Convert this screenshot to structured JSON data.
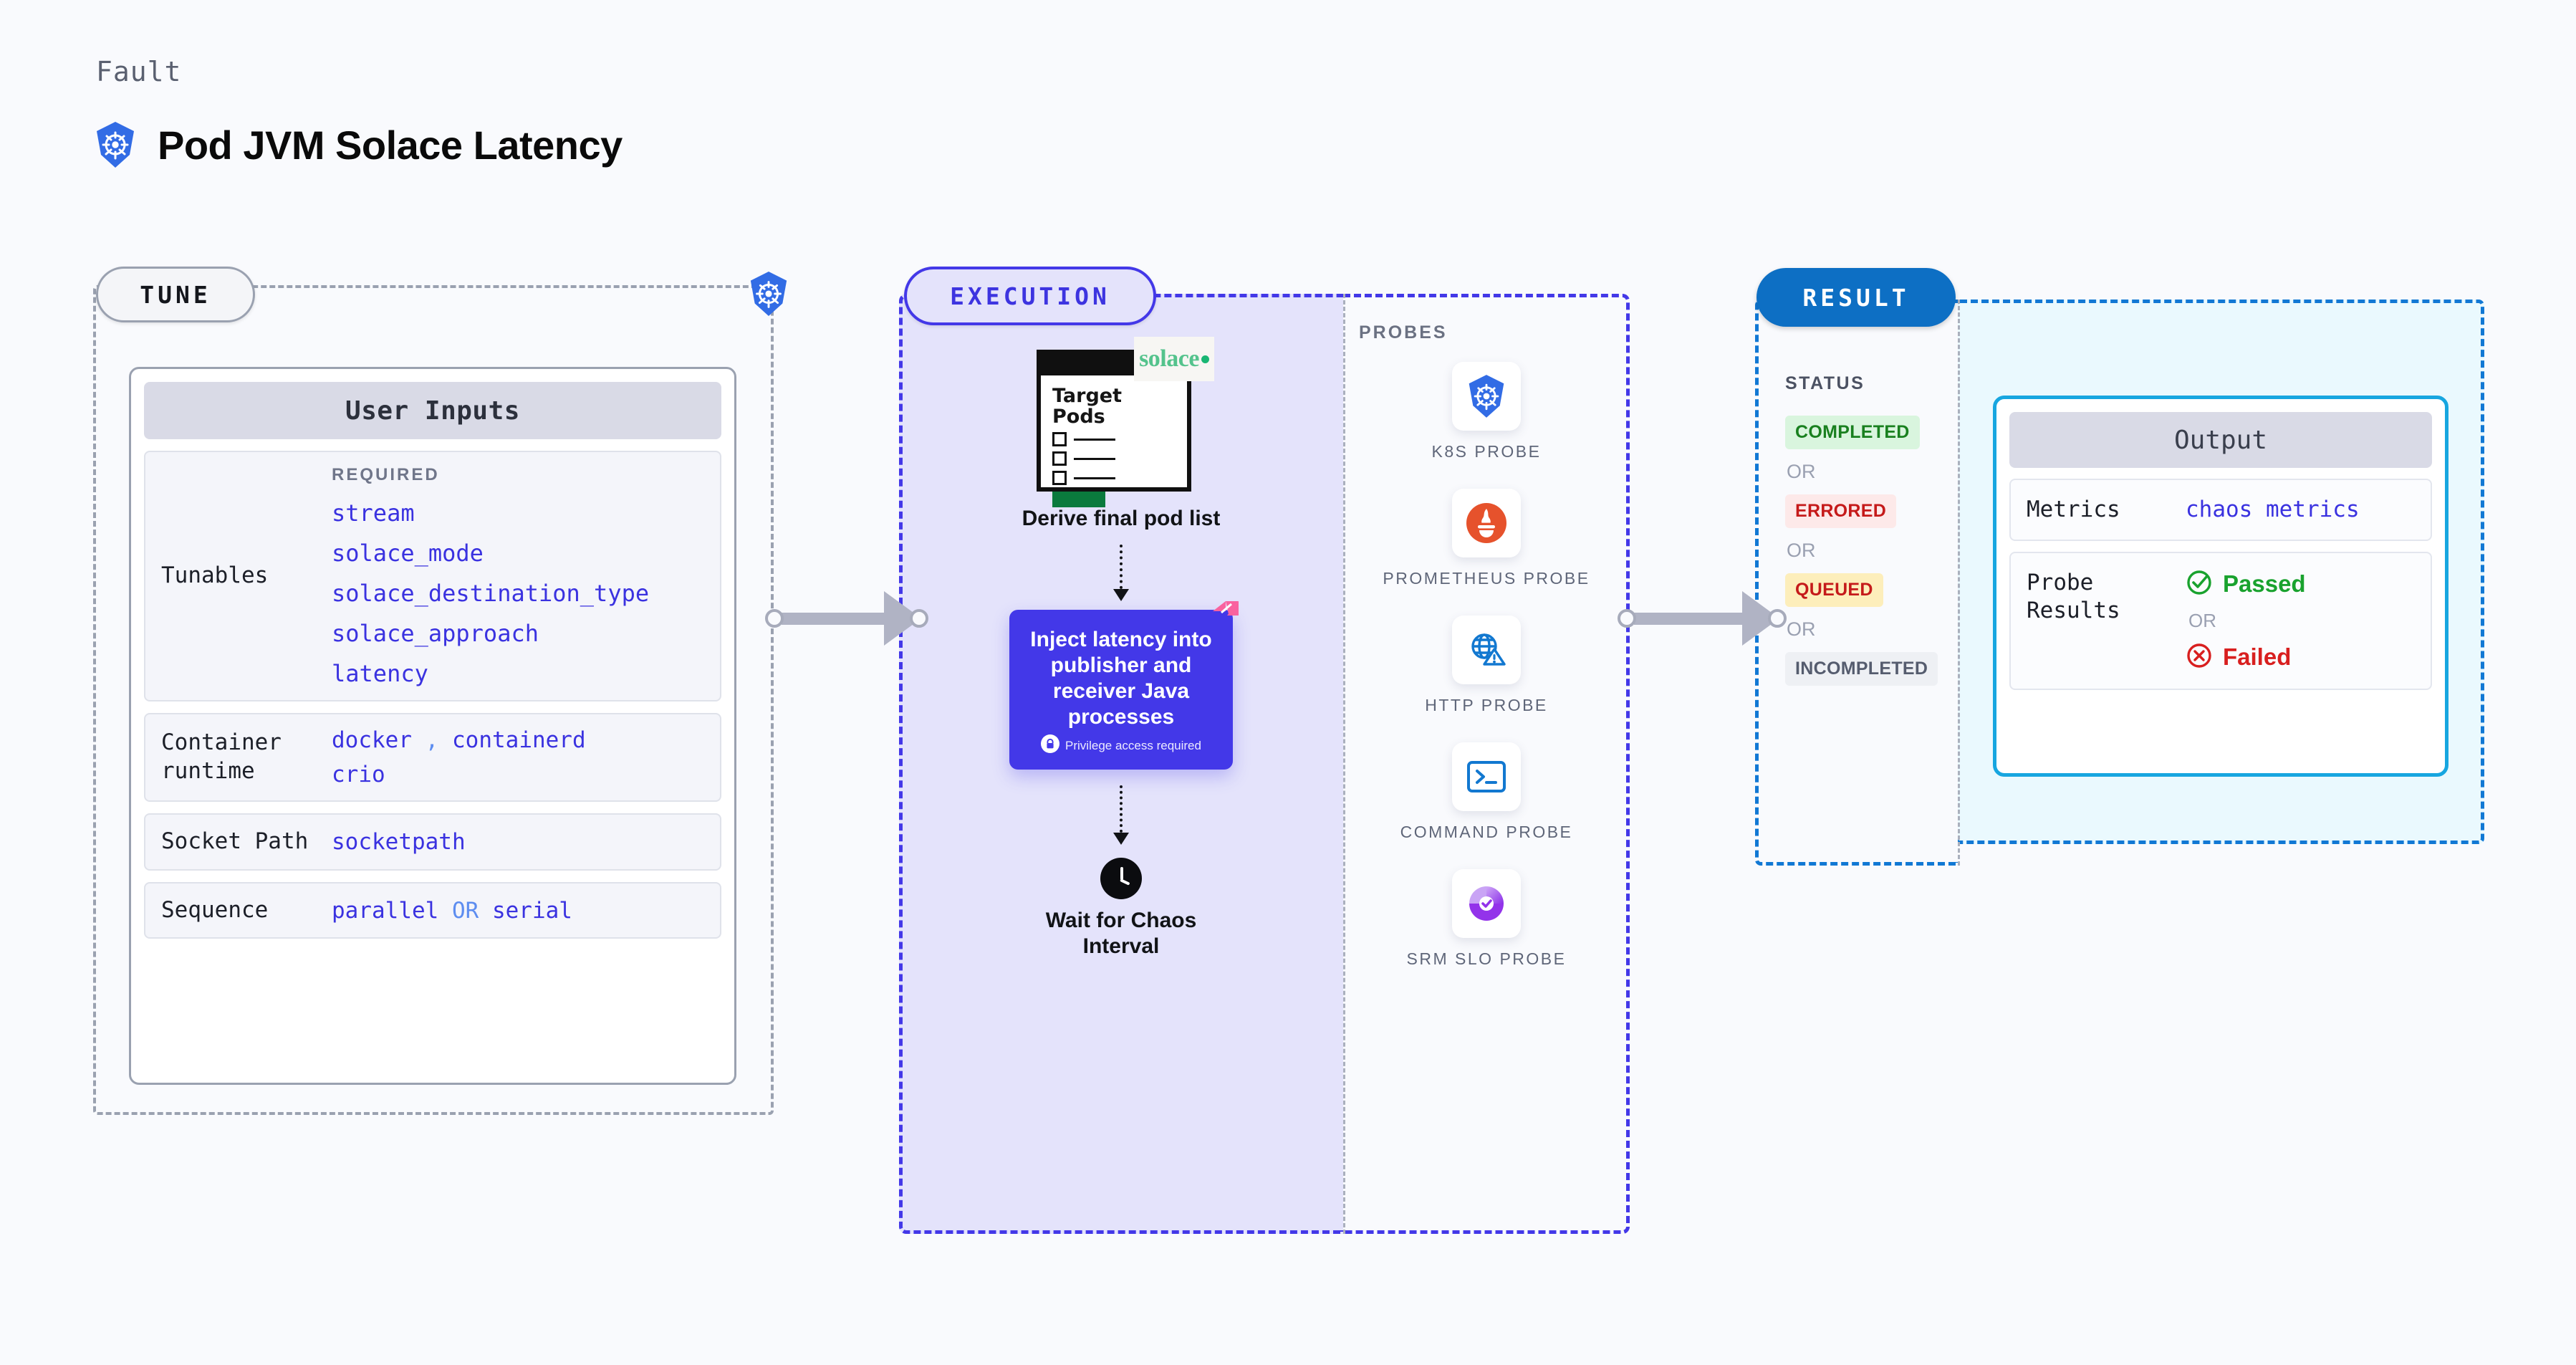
{
  "header": {
    "kicker": "Fault",
    "title": "Pod JVM Solace Latency",
    "icon": "kubernetes-icon"
  },
  "stages": {
    "tune": "TUNE",
    "execution": "EXECUTION",
    "result": "RESULT"
  },
  "tune": {
    "card_title": "User Inputs",
    "required_label": "REQUIRED",
    "tunables_label": "Tunables",
    "tunables": [
      "stream",
      "solace_mode",
      "solace_destination_type",
      "solace_approach",
      "latency"
    ],
    "rows": [
      {
        "label": "Container runtime",
        "values_line1": [
          "docker",
          "containerd"
        ],
        "separator1": ",",
        "values_line2": [
          "crio"
        ]
      },
      {
        "label": "Socket Path",
        "value": "socketpath"
      },
      {
        "label": "Sequence",
        "value_left": "parallel",
        "separator": "OR",
        "value_right": "serial"
      }
    ]
  },
  "execution": {
    "pod_card": {
      "title_line1": "Target",
      "title_line2": "Pods",
      "badge_text": "solace",
      "checkbox_count": 3
    },
    "step1_caption": "Derive final pod list",
    "inject": {
      "text": "Inject latency into publisher and receiver Java processes",
      "privilege_note": "Privilege access required",
      "lock_icon": "lock-icon",
      "ribbon_icon": "chaos-ribbon-icon"
    },
    "step3_caption_line1": "Wait for Chaos",
    "step3_caption_line2": "Interval",
    "clock_icon": "clock-icon"
  },
  "probes": {
    "title": "PROBES",
    "items": [
      {
        "label": "K8S PROBE",
        "icon": "kubernetes-icon"
      },
      {
        "label": "PROMETHEUS PROBE",
        "icon": "prometheus-icon"
      },
      {
        "label": "HTTP PROBE",
        "icon": "globe-warning-icon"
      },
      {
        "label": "COMMAND PROBE",
        "icon": "terminal-icon"
      },
      {
        "label": "SRM SLO PROBE",
        "icon": "srm-slo-icon"
      }
    ]
  },
  "result": {
    "status_title": "STATUS",
    "or_label": "OR",
    "statuses": [
      {
        "label": "COMPLETED",
        "bg": "#d9f5de",
        "fg": "#19801f"
      },
      {
        "label": "ERRORED",
        "bg": "#fde9e9",
        "fg": "#c51a1a"
      },
      {
        "label": "QUEUED",
        "bg": "#fdeebb",
        "fg": "#c51a1a"
      },
      {
        "label": "INCOMPLETED",
        "bg": "#eef0f4",
        "fg": "#555c6e"
      }
    ],
    "output": {
      "title": "Output",
      "metrics_label": "Metrics",
      "metrics_value": "chaos metrics",
      "probe_results_label": "Probe Results",
      "passed_label": "Passed",
      "failed_label": "Failed",
      "or_label": "OR",
      "passed_icon": "check-circle-icon",
      "failed_icon": "x-circle-icon"
    }
  },
  "colors": {
    "background": "#f9fafd",
    "execution_fill": "#e4e3fb",
    "execution_border": "#4338e8",
    "result_border": "#1178d4",
    "result_fill": "#eaf9fe",
    "output_border": "#17a6e0",
    "accent_mono": "#3a32e0"
  }
}
